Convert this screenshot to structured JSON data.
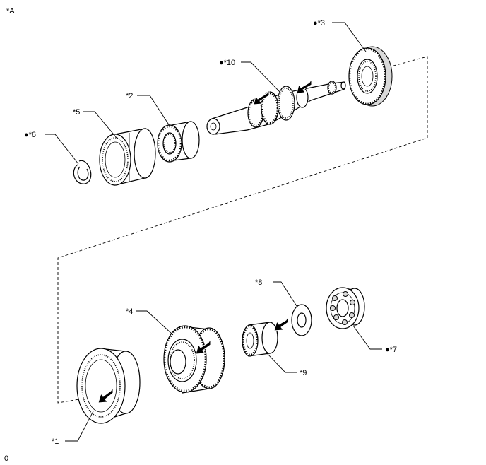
{
  "corner_label": "*A",
  "footer_code": "0",
  "callouts": {
    "part_1": "*1",
    "part_2": "*2",
    "part_3": "●*3",
    "part_4": "*4",
    "part_5": "*5",
    "part_6": "●*6",
    "part_7": "●*7",
    "part_8": "*8",
    "part_9": "*9",
    "part_10": "●*10"
  }
}
